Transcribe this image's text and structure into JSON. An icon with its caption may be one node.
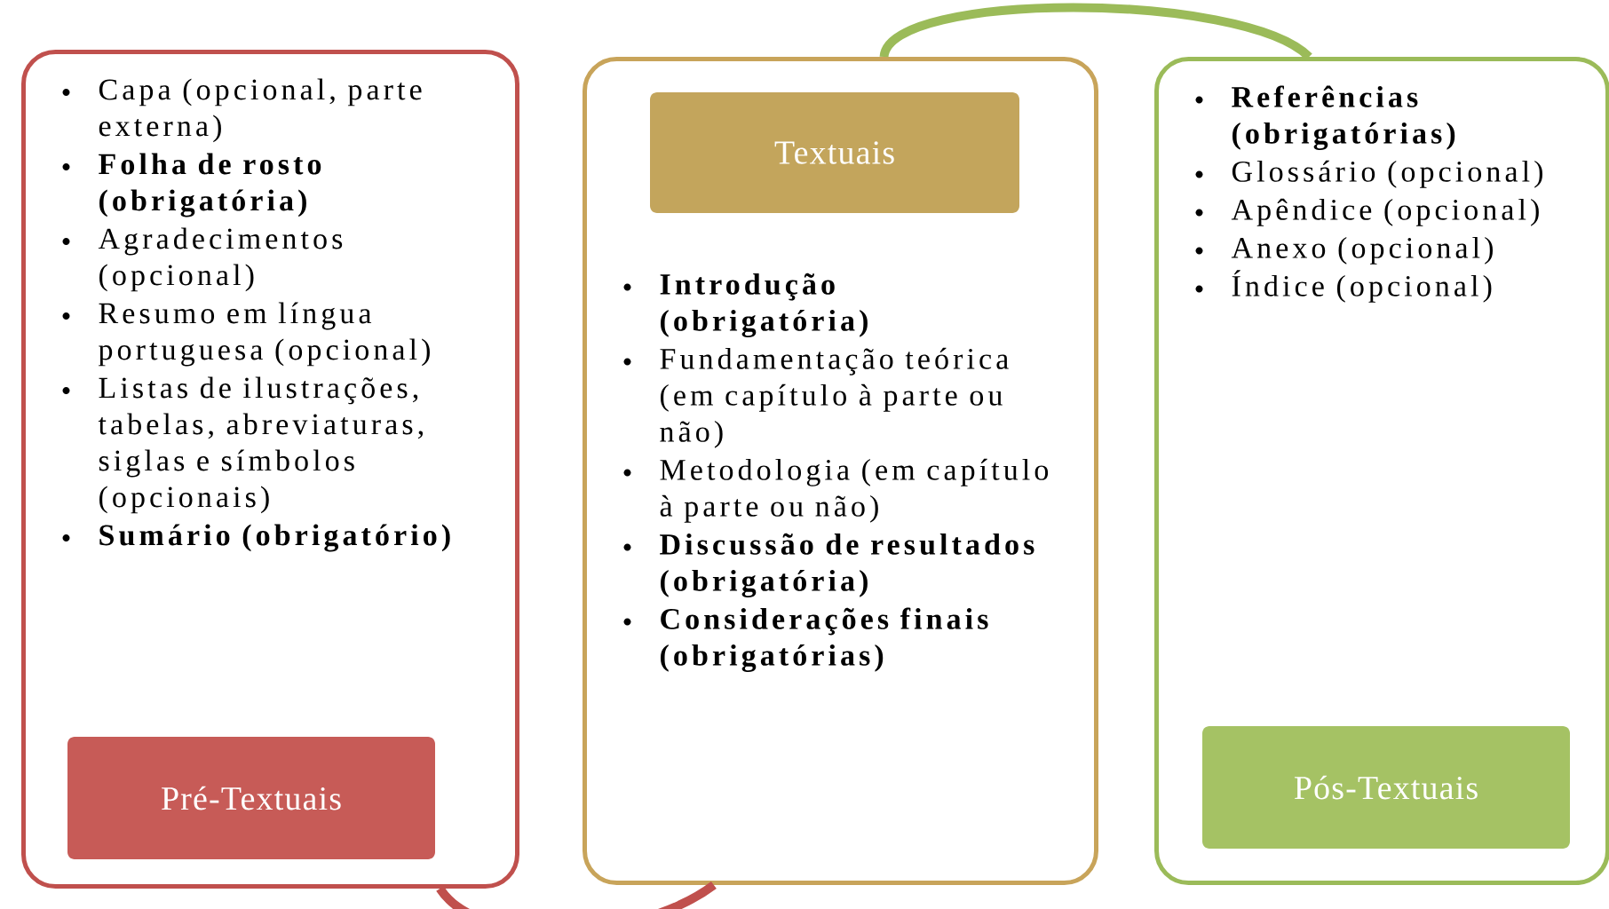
{
  "diagram": {
    "nodes": [
      {
        "text": [
          "Capa (opcional, parte externa)",
          "**Folha de rosto (obrigatória)**",
          "Agradecimentos (opcional)",
          "Resumo em língua portuguesa (opcional)",
          "Listas de ilustrações, tabelas, abreviaturas, siglas e símbolos (opcionais)",
          "**Sumário (obrigatório)**"
        ]
      },
      {
        "text": [
          "Pré-Textuais"
        ],
        "in": 0
      },
      {
        "text": [
          "**Introdução (obrigatória)**",
          "Fundamentação teórica (em capítulo à parte ou não)",
          "Metodologia (em capítulo à parte ou não)",
          "**Discussão de resultados (obrigatória)**",
          "**Considerações finais (obrigatórias)**"
        ]
      },
      {
        "text": [
          "Textuais"
        ],
        "in": 2
      },
      {
        "text": [
          "**Referências (obrigatórias)**",
          "Glossário (opcional)",
          "Apêndice (opcional)",
          "Anexo (opcional)",
          "Índice (opcional)"
        ]
      },
      {
        "text": [
          "Pós-Textuais"
        ],
        "in": 4
      }
    ],
    "edges": [
      {
        "from": 0,
        "to": 2,
        "arrow": "none",
        "color": "#c0504d"
      },
      {
        "from": 2,
        "to": 4,
        "arrow": "none",
        "color": "#9bbb59"
      }
    ]
  }
}
